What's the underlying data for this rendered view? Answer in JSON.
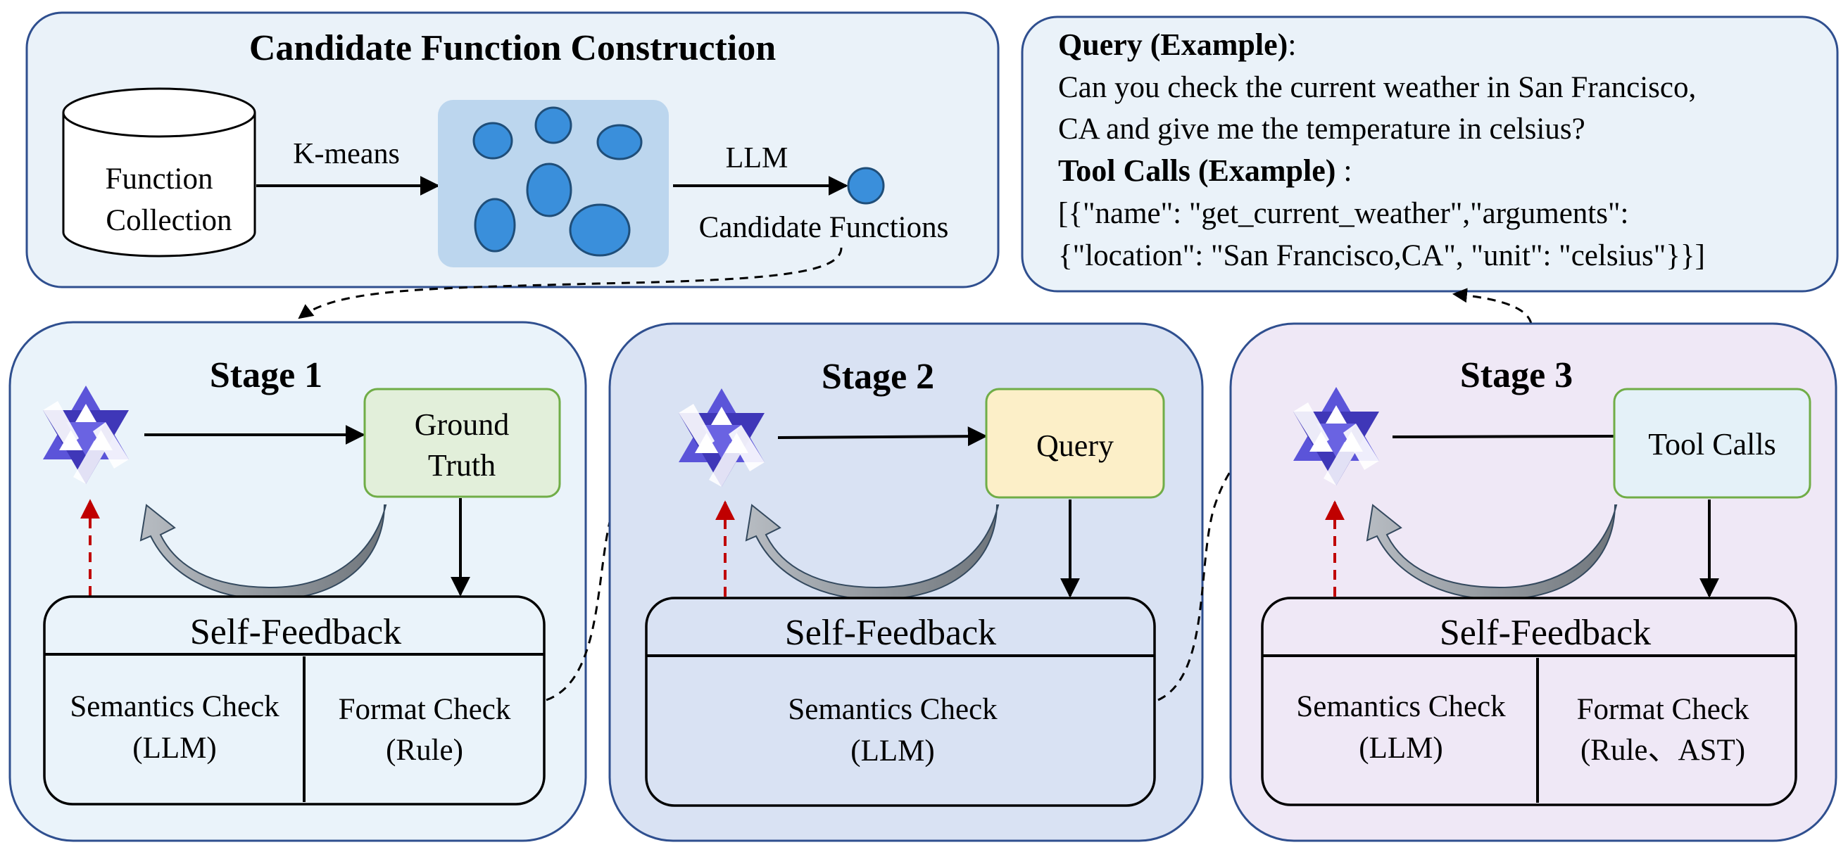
{
  "construction": {
    "title": "Candidate Function Construction",
    "db_line1": "Function",
    "db_line2": "Collection",
    "kmeans_label": "K-means",
    "llm_label": "LLM",
    "candidates_label": "Candidate Functions"
  },
  "example": {
    "query_heading": "Query (Example)",
    "query_line1": "Can you check the current weather in San Francisco,",
    "query_line2": "CA and give me the temperature in celsius?",
    "toolcalls_heading": "Tool Calls (Example)",
    "toolcalls_line1": "[{\"name\": \"get_current_weather\",\"arguments\":",
    "toolcalls_line2": "{\"location\": \"San Francisco,CA\", \"unit\": \"celsius\"}}]"
  },
  "stage1": {
    "title": "Stage 1",
    "output_line1": "Ground",
    "output_line2": "Truth",
    "feedback_title": "Self-Feedback",
    "check_left_line1": "Semantics Check",
    "check_left_line2": "(LLM)",
    "check_right_line1": "Format Check",
    "check_right_line2": "(Rule)"
  },
  "stage2": {
    "title": "Stage 2",
    "output_label": "Query",
    "feedback_title": "Self-Feedback",
    "check_line1": "Semantics Check",
    "check_line2": "(LLM)"
  },
  "stage3": {
    "title": "Stage 3",
    "output_label": "Tool Calls",
    "feedback_title": "Self-Feedback",
    "check_left_line1": "Semantics Check",
    "check_left_line2": "(LLM)",
    "check_right_line1": "Format Check",
    "check_right_line2": "(Rule、AST)"
  },
  "colors": {
    "panel_border": "#2f4f8f",
    "construction_fill": "#eaf2f9",
    "stage1_fill": "#eaf3fa",
    "stage2_fill": "#d9e2f3",
    "stage3_fill": "#efe8f6",
    "cluster_bg": "#bcd6ee",
    "cluster_dot": "#3a8fdb",
    "ground_truth_fill": "#e2efda",
    "query_fill": "#fcefc8",
    "toolcalls_fill": "#e4f1f8",
    "output_border": "#70ad47",
    "feedback_arrow_grey": "#a6acb2",
    "feedback_arrow_dark": "#7d8287",
    "red_dashed": "#c00000",
    "model_logo": "#5a52d6"
  }
}
